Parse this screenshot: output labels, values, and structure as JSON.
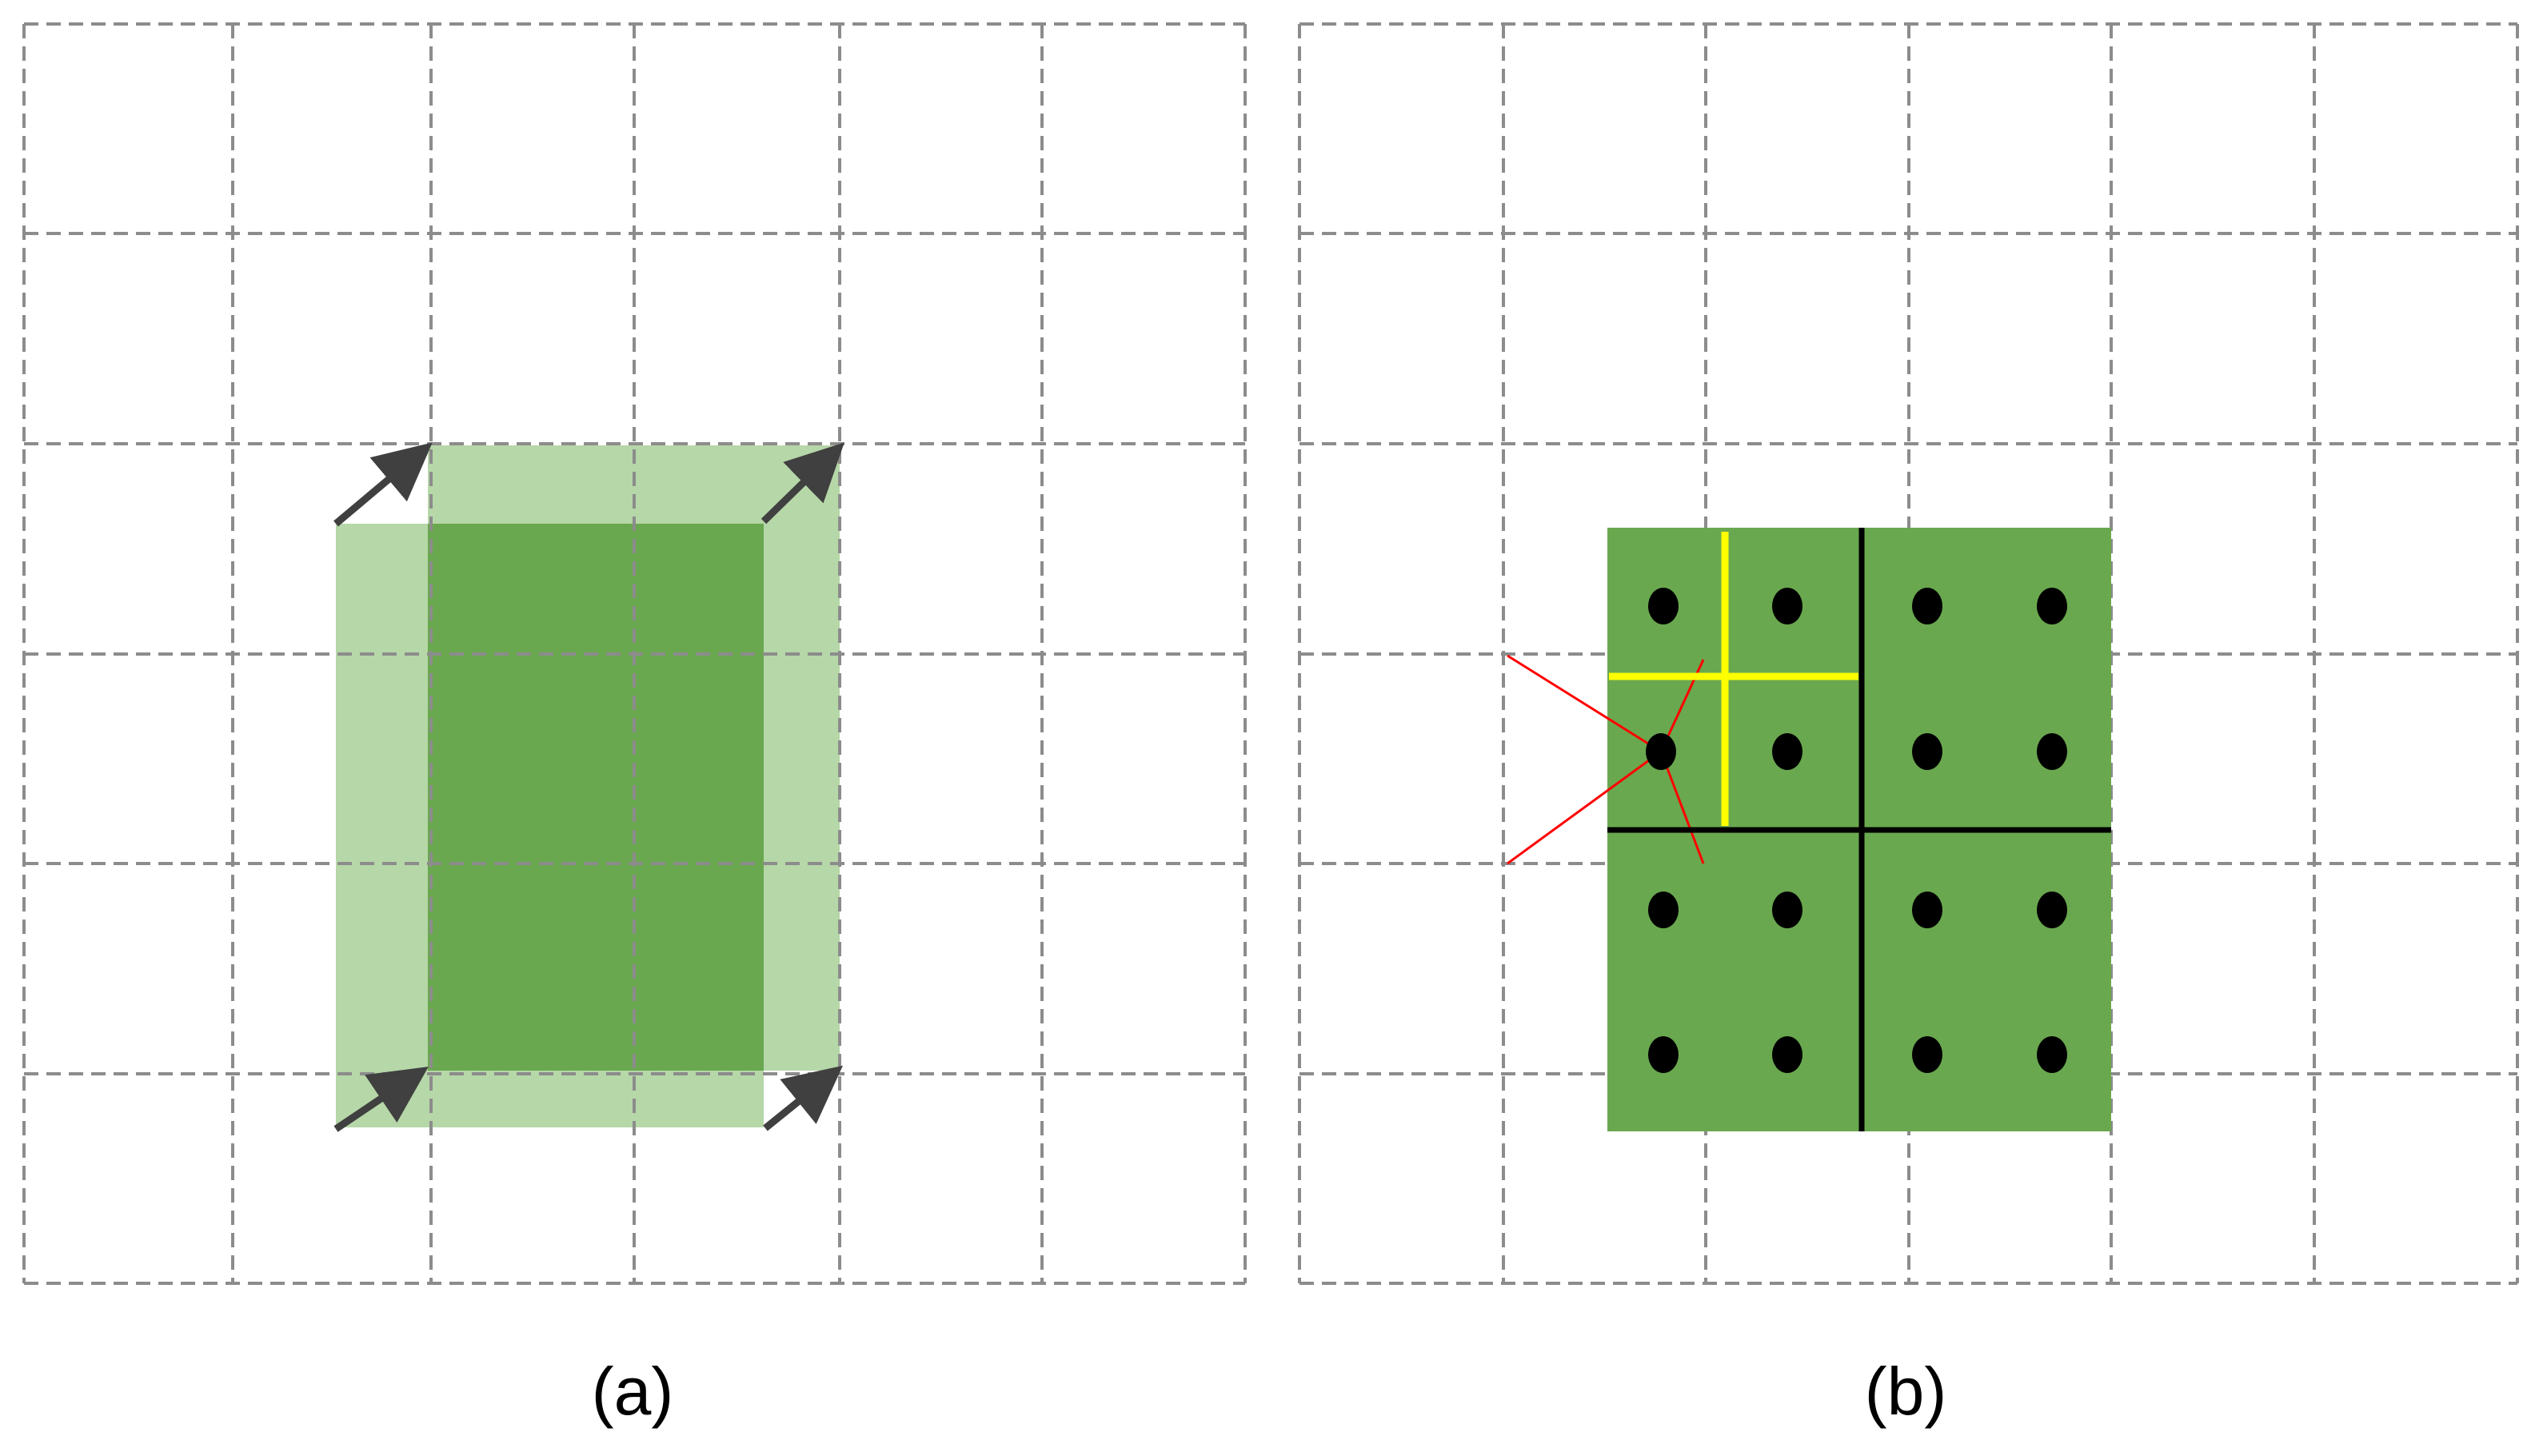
{
  "panels": [
    {
      "id": "a",
      "caption": "(a)",
      "description_colors": {
        "grid_line": "#8c8c8c",
        "light_box": "#b6d7a8",
        "dark_box": "#6aa84f",
        "arrow": "#404040"
      },
      "arrow_count": 4
    },
    {
      "id": "b",
      "caption": "(b)",
      "description_colors": {
        "grid_line": "#8c8c8c",
        "box": "#6aa84f",
        "point": "#000000",
        "quadrant_divider": "#000000",
        "subcell_divider": "#ffff00",
        "interpolation_line": "#ff0000"
      },
      "point_grid": {
        "rows": 4,
        "columns": 4
      }
    }
  ]
}
